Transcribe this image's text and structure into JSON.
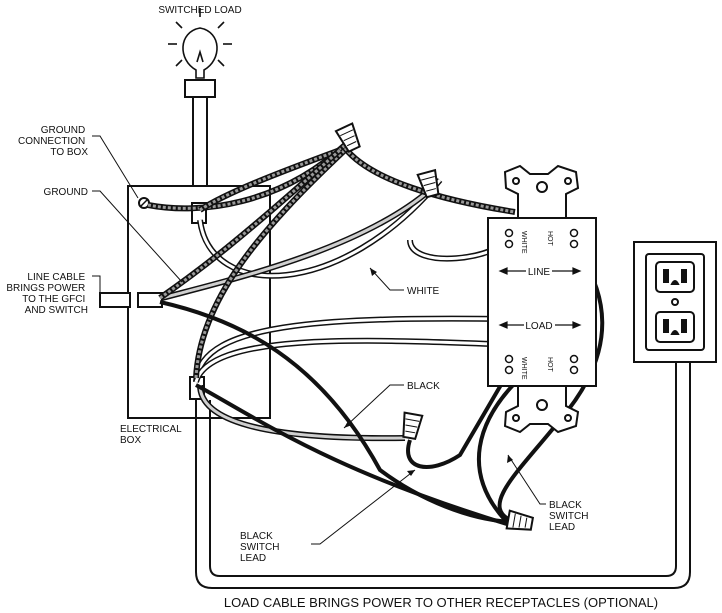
{
  "labels": {
    "switched_load": "SWITCHED LOAD",
    "ground_connection": [
      "GROUND",
      "CONNECTION",
      "TO BOX"
    ],
    "ground": "GROUND",
    "line_cable": [
      "LINE CABLE",
      "BRINGS POWER",
      "TO THE GFCI",
      "AND SWITCH"
    ],
    "white": "WHITE",
    "black": "BLACK",
    "electrical_box": [
      "ELECTRICAL",
      "BOX"
    ],
    "black_switch_lead_left": [
      "BLACK",
      "SWITCH",
      "LEAD"
    ],
    "black_switch_lead_right": [
      "BLACK",
      "SWITCH",
      "LEAD"
    ],
    "line": "LINE",
    "load": "LOAD",
    "terminal_white": "WHITE",
    "terminal_hot": "HOT",
    "bottom_caption": "LOAD CABLE BRINGS POWER TO OTHER RECEPTACLES (OPTIONAL)"
  }
}
